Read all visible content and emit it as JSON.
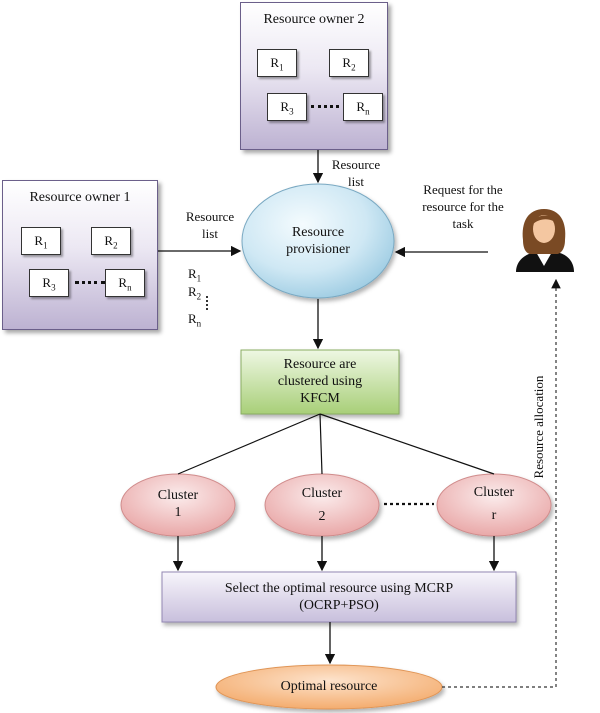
{
  "owner2": {
    "title": "Resource owner 2",
    "r1": "R",
    "r1_sub": "1",
    "r2": "R",
    "r2_sub": "2",
    "r3": "R",
    "r3_sub": "3",
    "rn": "R",
    "rn_sub": "n"
  },
  "owner1": {
    "title": "Resource owner 1",
    "r1": "R",
    "r1_sub": "1",
    "r2": "R",
    "r2_sub": "2",
    "r3": "R",
    "r3_sub": "3",
    "rn": "R",
    "rn_sub": "n"
  },
  "labels": {
    "resource_list_top_1": "Resource",
    "resource_list_top_2": "list",
    "resource_list_left_1": "Resource",
    "resource_list_left_2": "list",
    "request_1": "Request for the",
    "request_2": "resource for the",
    "request_3": "task",
    "resource_allocation": "Resource allocation"
  },
  "side_list": {
    "r1": "R",
    "r1_sub": "1",
    "r2": "R",
    "r2_sub": "2",
    "rn": "R",
    "rn_sub": "n"
  },
  "provisioner": {
    "line1": "Resource",
    "line2": "provisioner"
  },
  "kfcm": {
    "line1": "Resource are",
    "line2": "clustered using",
    "line3": "KFCM"
  },
  "clusters": [
    {
      "line1": "Cluster",
      "line2": "1"
    },
    {
      "line1": "Cluster",
      "line2": "2"
    },
    {
      "line1": "Cluster",
      "line2": "r"
    }
  ],
  "select": {
    "line1": "Select the optimal resource using MCRP",
    "line2": "(OCRP+PSO)"
  },
  "optimal": {
    "label": "Optimal resource"
  },
  "colors": {
    "owner_fill": "#bdb2d2",
    "provisioner_fill": "#bfe0ef",
    "kfcm_fill": "#b7d78c",
    "cluster_fill": "#f0b8b8",
    "select_fill": "#d2cbe3",
    "optimal_fill": "#f6b47a"
  },
  "icons": {
    "user": "user-female-icon"
  }
}
